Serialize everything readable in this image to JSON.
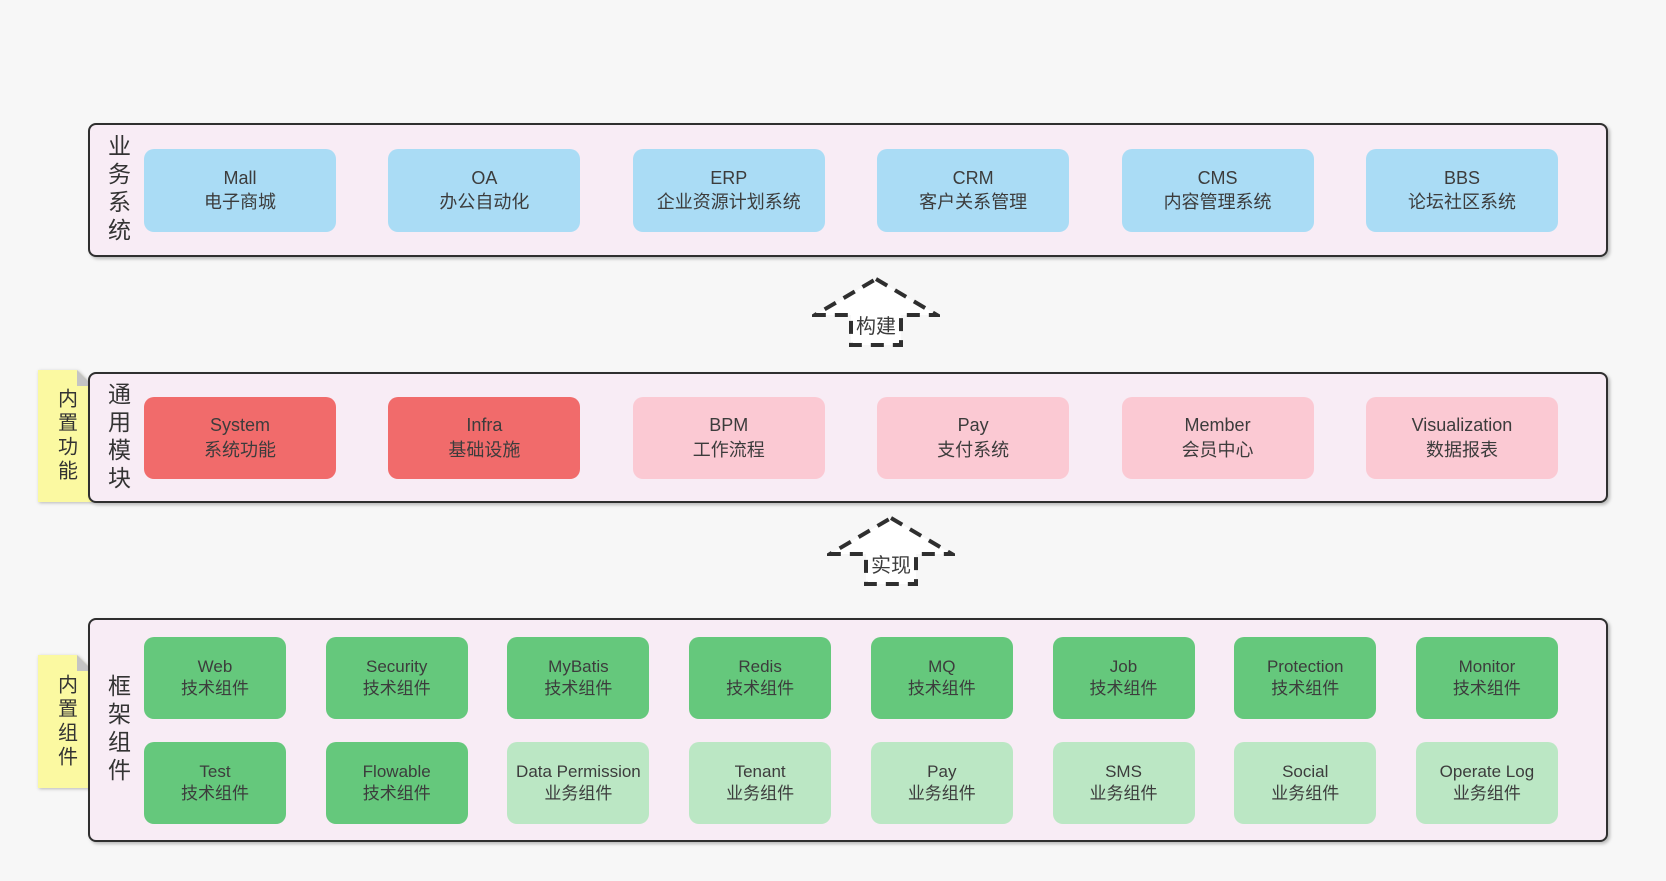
{
  "page": {
    "background": "#f7f7f7"
  },
  "palette": {
    "container_bg": "#f8ecf5",
    "border": "#2f2f2f",
    "blue": "#aadcf5",
    "red": "#f16b6b",
    "pink": "#fbc9d3",
    "green": "#65c87c",
    "light_green": "#bbe7c4",
    "note_yellow": "#fbf9a1",
    "fold_gray": "#c4c4c4",
    "text": "#3c3c3c"
  },
  "arrows": [
    {
      "label": "构建",
      "direction": "up"
    },
    {
      "label": "实现",
      "direction": "up"
    }
  ],
  "sections": {
    "business": {
      "label": "业务系统",
      "boxes": [
        {
          "title": "Mall",
          "subtitle": "电子商城",
          "variant": "blue"
        },
        {
          "title": "OA",
          "subtitle": "办公自动化",
          "variant": "blue"
        },
        {
          "title": "ERP",
          "subtitle": "企业资源计划系统",
          "variant": "blue"
        },
        {
          "title": "CRM",
          "subtitle": "客户关系管理",
          "variant": "blue"
        },
        {
          "title": "CMS",
          "subtitle": "内容管理系统",
          "variant": "blue"
        },
        {
          "title": "BBS",
          "subtitle": "论坛社区系统",
          "variant": "blue"
        }
      ]
    },
    "modules": {
      "label": "通用模块",
      "note": "内置功能",
      "boxes": [
        {
          "title": "System",
          "subtitle": "系统功能",
          "variant": "red"
        },
        {
          "title": "Infra",
          "subtitle": "基础设施",
          "variant": "red"
        },
        {
          "title": "BPM",
          "subtitle": "工作流程",
          "variant": "pink"
        },
        {
          "title": "Pay",
          "subtitle": "支付系统",
          "variant": "pink"
        },
        {
          "title": "Member",
          "subtitle": "会员中心",
          "variant": "pink"
        },
        {
          "title": "Visualization",
          "subtitle": "数据报表",
          "variant": "pink"
        }
      ]
    },
    "framework": {
      "label": "框架组件",
      "note": "内置组件",
      "row1": [
        {
          "title": "Web",
          "subtitle": "技术组件",
          "variant": "green"
        },
        {
          "title": "Security",
          "subtitle": "技术组件",
          "variant": "green"
        },
        {
          "title": "MyBatis",
          "subtitle": "技术组件",
          "variant": "green"
        },
        {
          "title": "Redis",
          "subtitle": "技术组件",
          "variant": "green"
        },
        {
          "title": "MQ",
          "subtitle": "技术组件",
          "variant": "green"
        },
        {
          "title": "Job",
          "subtitle": "技术组件",
          "variant": "green"
        },
        {
          "title": "Protection",
          "subtitle": "技术组件",
          "variant": "green"
        },
        {
          "title": "Monitor",
          "subtitle": "技术组件",
          "variant": "green"
        }
      ],
      "row2": [
        {
          "title": "Test",
          "subtitle": "技术组件",
          "variant": "green"
        },
        {
          "title": "Flowable",
          "subtitle": "技术组件",
          "variant": "green"
        },
        {
          "title": "Data Permission",
          "subtitle": "业务组件",
          "variant": "light"
        },
        {
          "title": "Tenant",
          "subtitle": "业务组件",
          "variant": "light"
        },
        {
          "title": "Pay",
          "subtitle": "业务组件",
          "variant": "light"
        },
        {
          "title": "SMS",
          "subtitle": "业务组件",
          "variant": "light"
        },
        {
          "title": "Social",
          "subtitle": "业务组件",
          "variant": "light"
        },
        {
          "title": "Operate Log",
          "subtitle": "业务组件",
          "variant": "light"
        }
      ]
    }
  }
}
